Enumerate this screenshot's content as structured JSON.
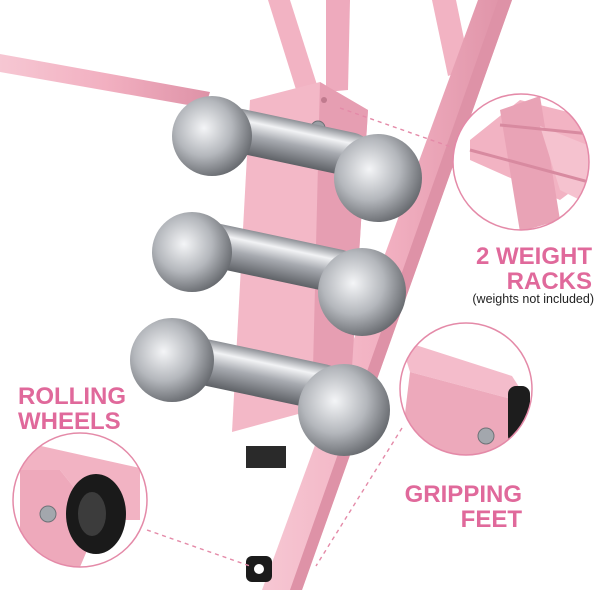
{
  "callouts": {
    "weight_racks": {
      "line1": "2 WEIGHT",
      "line2": "RACKS",
      "note": "(weights not included)"
    },
    "gripping_feet": {
      "line1": "GRIPPING",
      "line2": "FEET"
    },
    "rolling_wheels": {
      "line1": "ROLLING",
      "line2": "WHEELS"
    }
  },
  "colors": {
    "frame_pink": "#f2b3c3",
    "frame_shadow": "#dd8fa6",
    "label_pink": "#e0699b",
    "steel": "#b9bcc1",
    "wheel_black": "#1b1b1b"
  }
}
